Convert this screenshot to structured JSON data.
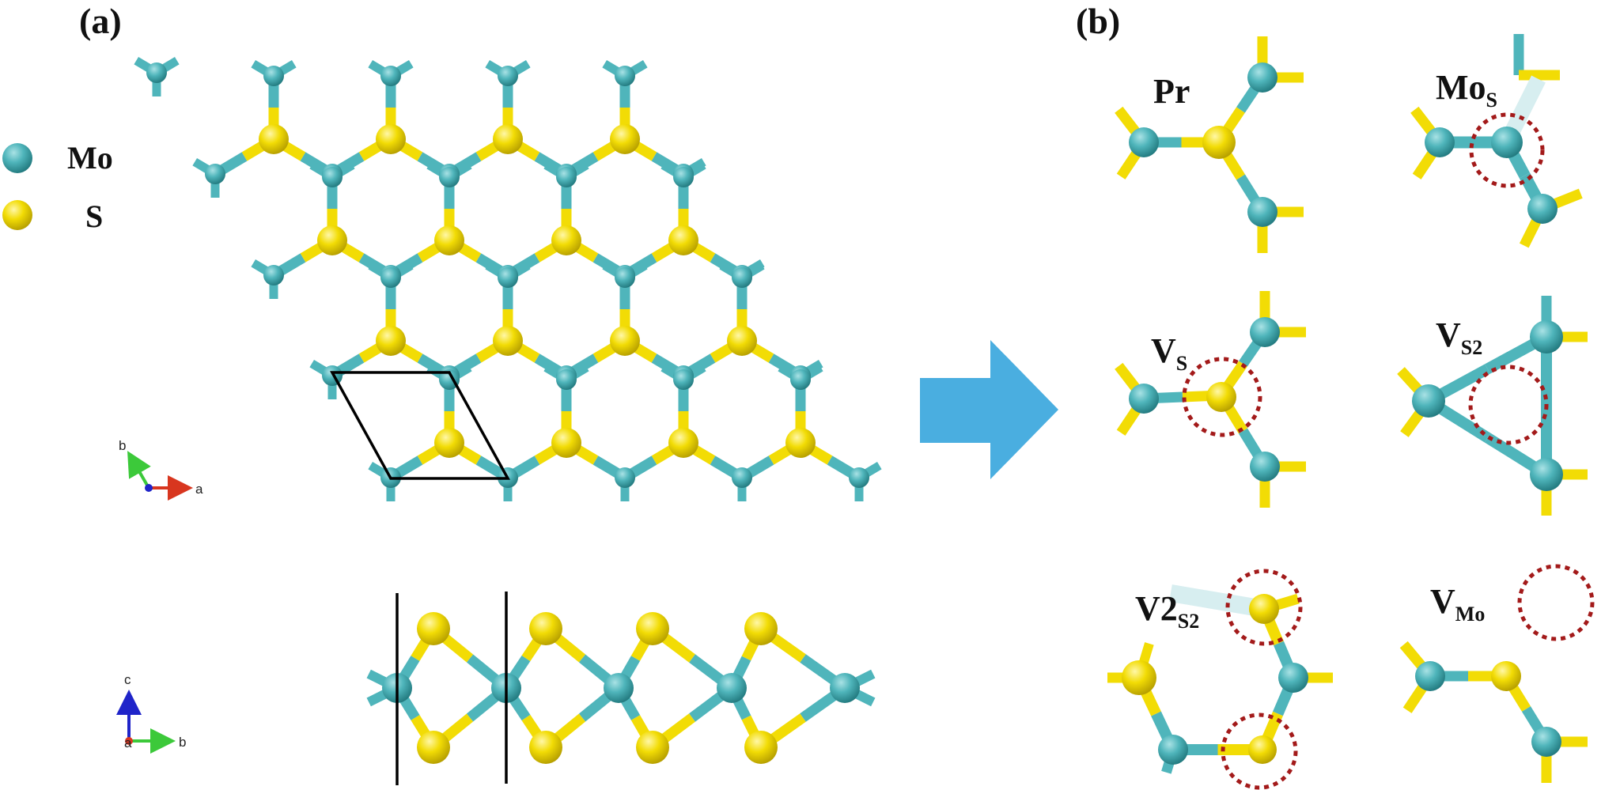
{
  "panel_a": {
    "label": "(a)",
    "legend": [
      {
        "symbol": "Mo",
        "label": "Mo"
      },
      {
        "symbol": "S",
        "label": "S"
      }
    ],
    "axes_top": {
      "v1": "b",
      "v2": "a"
    },
    "axes_side": {
      "v1": "c",
      "v2": "b",
      "v3": "a"
    }
  },
  "panel_b": {
    "label": "(b)",
    "defects": [
      {
        "base": "Pr",
        "sub": ""
      },
      {
        "base": "Mo",
        "sub": "S"
      },
      {
        "base": "V",
        "sub": "S"
      },
      {
        "base": "V",
        "sub": "S2"
      },
      {
        "base": "V2",
        "sub": "S2"
      },
      {
        "base": "V",
        "sub": "Mo"
      }
    ]
  },
  "colors": {
    "mo": "#4fb5bb",
    "mo_dark": "#2a8e94",
    "s": "#f2dc05",
    "s_dark": "#cdb400",
    "bond_mo": "#4fb5bb",
    "bond_s": "#f2dc05",
    "cell": "#000000",
    "arrow": "#4aaee0",
    "defect_circle": "#a31a1a",
    "axis_a": "#d8361f",
    "axis_b": "#3cc93a",
    "axis_c": "#1f24c9"
  }
}
